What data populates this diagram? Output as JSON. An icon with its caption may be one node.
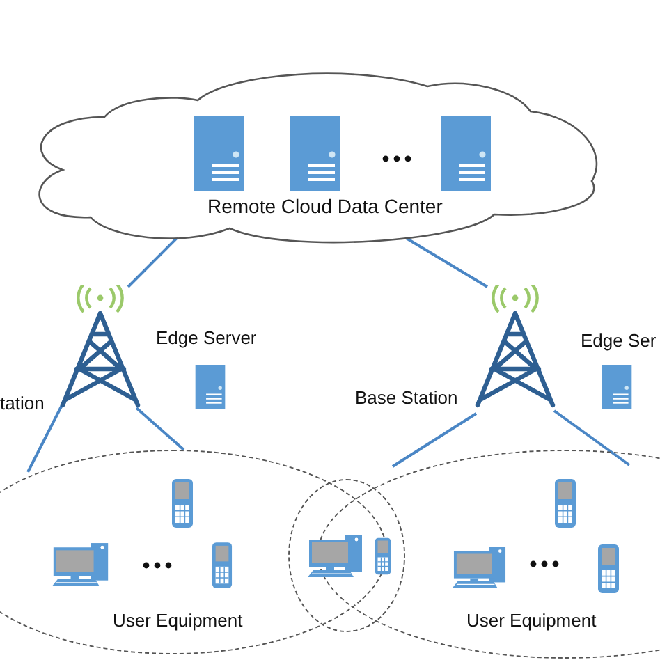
{
  "diagram": {
    "nodes": [
      {
        "text": [
          "Remote Cloud Data Center"
        ]
      },
      {
        "text": [
          "tation"
        ]
      },
      {
        "text": [
          "Edge Server"
        ]
      },
      {
        "text": [
          "Base Station"
        ]
      },
      {
        "text": [
          "Edge Ser"
        ]
      },
      {
        "text": [
          "User Equipment"
        ]
      },
      {
        "text": [],
        "shape": "circle"
      },
      {
        "text": [
          "User Equipment"
        ]
      }
    ],
    "edges": [
      {
        "from": 0,
        "to": 1,
        "arrow": "none"
      },
      {
        "from": 0,
        "to": 3,
        "arrow": "none"
      },
      {
        "from": 1,
        "to": 5,
        "arrow": "none"
      },
      {
        "from": 1,
        "to": 5,
        "arrow": "none"
      },
      {
        "from": 3,
        "to": 7,
        "arrow": "none"
      },
      {
        "from": 3,
        "to": 7,
        "arrow": "none"
      }
    ]
  }
}
